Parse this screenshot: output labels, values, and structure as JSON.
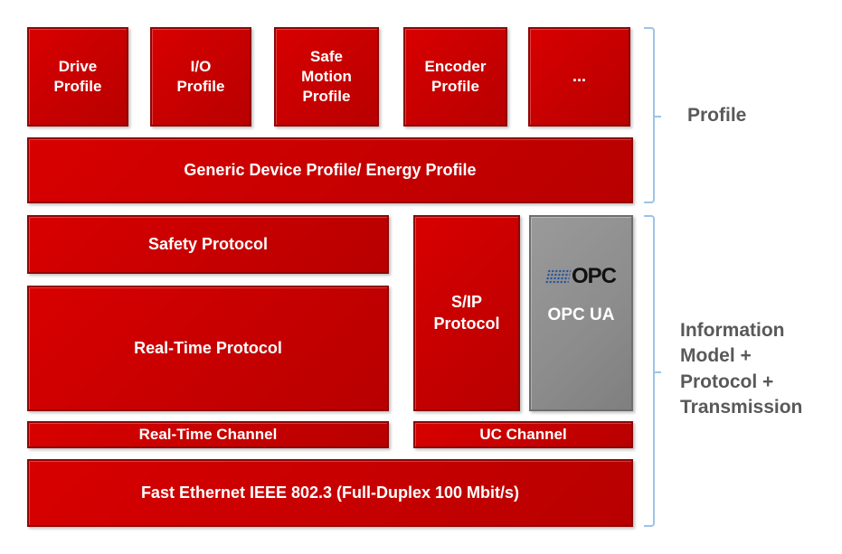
{
  "blocks": {
    "profiles": [
      "Drive Profile",
      "I/O Profile",
      "Safe Motion Profile",
      "Encoder Profile",
      "..."
    ],
    "generic_profile": "Generic Device Profile/ Energy Profile",
    "safety_protocol": "Safety Protocol",
    "realtime_protocol": "Real-Time Protocol",
    "sip_protocol": "S/IP Protocol",
    "opc_logo": "OPC",
    "opc_ua_label": "OPC UA",
    "realtime_channel": "Real-Time Channel",
    "uc_channel": "UC Channel",
    "ethernet": "Fast Ethernet IEEE 802.3 (Full-Duplex 100 Mbit/s)"
  },
  "annotations": {
    "profile_bracket_label": "Profile",
    "stack_bracket_label": "Information Model + Protocol + Transmission"
  },
  "colors": {
    "block_red": "#c60000",
    "block_red_border": "#8f0505",
    "block_text": "#ffffff",
    "opc_gray": "#8c8c8c",
    "bracket_blue": "#9dc3e6",
    "annotation_text": "#595959",
    "background": "#ffffff"
  }
}
